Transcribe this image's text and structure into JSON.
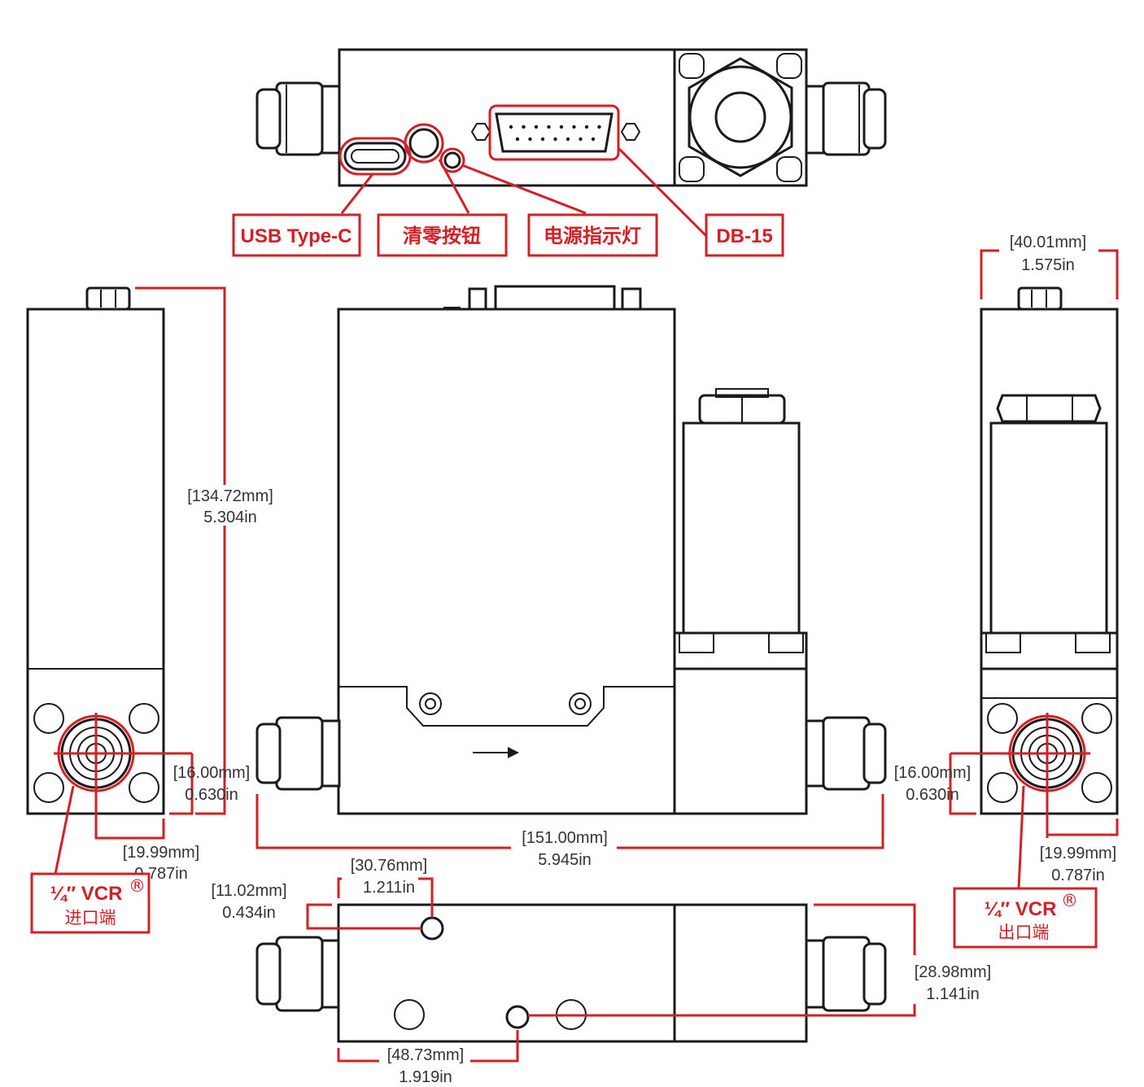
{
  "colors": {
    "accent": "#d32027",
    "line": "#1a1a1a",
    "text": "#333333"
  },
  "top_view": {
    "callouts": [
      {
        "id": "usb",
        "label": "USB Type-C"
      },
      {
        "id": "zero",
        "label": "清零按钮"
      },
      {
        "id": "led",
        "label": "电源指示灯"
      },
      {
        "id": "db15",
        "label": "DB-15"
      }
    ]
  },
  "dimensions": {
    "height": {
      "mm": "[134.72mm]",
      "in": "5.304in"
    },
    "width": {
      "mm": "[40.01mm]",
      "in": "1.575in"
    },
    "length": {
      "mm": "[151.00mm]",
      "in": "5.945in"
    },
    "left_port_height": {
      "mm": "[16.00mm]",
      "in": "0.630in"
    },
    "left_port_offset": {
      "mm": "[19.99mm]",
      "in": "0.787in"
    },
    "right_port_height": {
      "mm": "[16.00mm]",
      "in": "0.630in"
    },
    "right_port_offset": {
      "mm": "[19.99mm]",
      "in": "0.787in"
    },
    "hole_x1": {
      "mm": "[30.76mm]",
      "in": "1.211in"
    },
    "hole_y1": {
      "mm": "[11.02mm]",
      "in": "0.434in"
    },
    "hole_y2": {
      "mm": "[28.98mm]",
      "in": "1.141in"
    },
    "hole_x2": {
      "mm": "[48.73mm]",
      "in": "1.919in"
    }
  },
  "ports": {
    "inlet": {
      "size": "¼″ VCR",
      "mark": "®",
      "label": "进口端"
    },
    "outlet": {
      "size": "¼″ VCR",
      "mark": "®",
      "label": "出口端"
    }
  }
}
